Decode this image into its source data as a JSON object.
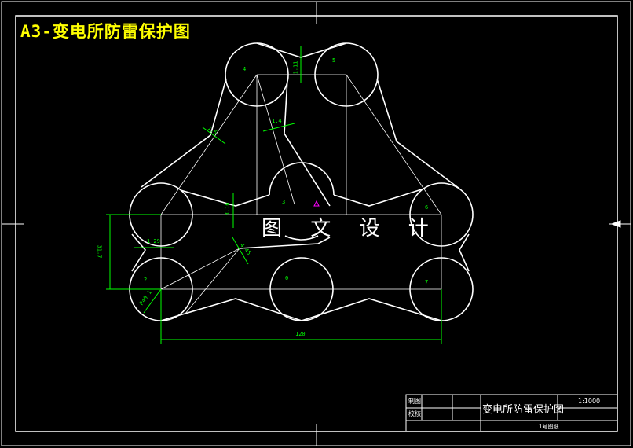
{
  "title": "A3-变电所防雷保护图",
  "watermark": "图 文 设 计",
  "colors": {
    "background": "#000000",
    "geometry": "#ffffff",
    "dimension": "#00ff00",
    "title": "#ffff00",
    "marker": "#ff00ff"
  },
  "circle_labels": [
    "4",
    "5",
    "1",
    "3",
    "6",
    "2",
    "0",
    "7"
  ],
  "dimensions": {
    "height": "31.7",
    "width": "120",
    "d1": "1.11",
    "d2": "1.4",
    "d3": "3.16",
    "d4": "1.29",
    "d5": "4.45",
    "d6": "1.6",
    "radius": "R40.1"
  },
  "title_block": {
    "row1_label": "制图",
    "row2_label": "校核",
    "drawing_name": "变电所防雷保护图",
    "scale": "1:1000",
    "sheet": "1号图纸"
  }
}
